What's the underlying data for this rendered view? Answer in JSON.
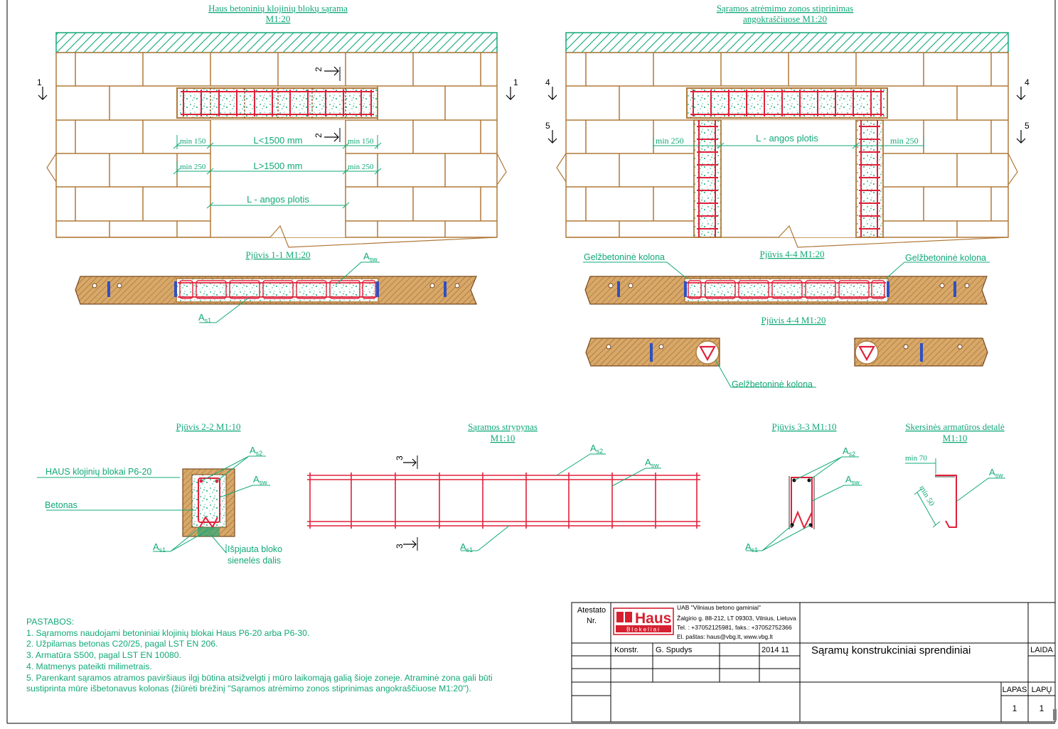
{
  "titles": {
    "lintel_elevation": [
      "Haus betoninių klojinių blokų sąrama",
      "M1:20"
    ],
    "support_elevation": [
      "Sąramos atrėmimo zonos stiprinimas",
      "angokraščiuose M1:20"
    ],
    "section_1": "Pjūvis 1-1 M1:20",
    "section_4_top": "Pjūvis 4-4 M1:20",
    "section_4_bottom": "Pjūvis 4-4 M1:20",
    "section_2": "Pjūvis 2-2 M1:10",
    "rebar_cage": [
      "Sąramos strypynas",
      "M1:10"
    ],
    "section_3": "Pjūvis 3-3 M1:10",
    "stirrup_detail": [
      "Skersinės armatūros detalė",
      "M1:10"
    ]
  },
  "cut_marks": {
    "one": "1",
    "two": "2",
    "three": "3",
    "four": "4",
    "five": "5"
  },
  "dims": {
    "min150": "min 150",
    "min250": "min 250",
    "min70": "min 70",
    "min50": "min 50",
    "l_lt_1500": "L<1500 mm",
    "l_gt_1500": "L>1500 mm",
    "l_opening": "L - angos plotis",
    "l_opening_2": "L - angos plotis"
  },
  "labels": {
    "asw": "A",
    "asw_sub": "sw",
    "as1": "A",
    "as1_sub": "s1",
    "as2": "A",
    "as2_sub": "s2",
    "rc_column": "Gelžbetoninė kolona",
    "haus_blocks": "HAUS klojinių blokai P6-20",
    "concrete": "Betonas",
    "cut_web_1": "Išpjauta bloko",
    "cut_web_2": "sienelės dalis"
  },
  "notes": {
    "heading": "PASTABOS:",
    "items": [
      "1. Sąramoms naudojami betoniniai klojinių blokai Haus P6-20 arba P6-30.",
      "2. Užpilamas betonas C20/25, pagal LST EN 206.",
      "3. Armatūra S500, pagal LST EN 10080.",
      "4. Matmenys pateikti milimetrais.",
      "5. Parenkant sąramos atramos paviršiaus ilgį būtina atsižvelgti į mūro laikomąją galią šioje zoneje. Atraminė zona gali būti",
      "sustiprinta mūre išbetonavus kolonas (žiūrėti brėžinį \"Sąramos atrėmimo zonos stiprinimas angokraščiuose M1:20\")."
    ]
  },
  "title_block": {
    "atestato_1": "Atestato",
    "atestato_2": "Nr.",
    "logo": "Haus",
    "logo_sub": "Blokeliai",
    "company": "UAB \"Vilniaus betono gaminiai\"",
    "address": "Žalgirio g. 88-212, LT 09303, Vilnius, Lietuva",
    "phone": "Tel. : +37052125981, faks.: +37052752366",
    "email": "El. paštas: haus@vbg.lt, www.vbg.lt",
    "konstr": "Konstr.",
    "author": "G. Spudys",
    "date": "2014 11",
    "drawing_title": "Sąramų konstrukciniai sprendiniai",
    "laida": "LAIDA",
    "lapas": "LAPAS",
    "lapu": "LAPŲ",
    "lapas_value": "1",
    "lapu_value": "1"
  },
  "colors": {
    "annotation": "#10a878",
    "rebar": "#e0203a",
    "masonry": "#b07838",
    "line": "#000000",
    "logo_red": "#d62030"
  }
}
